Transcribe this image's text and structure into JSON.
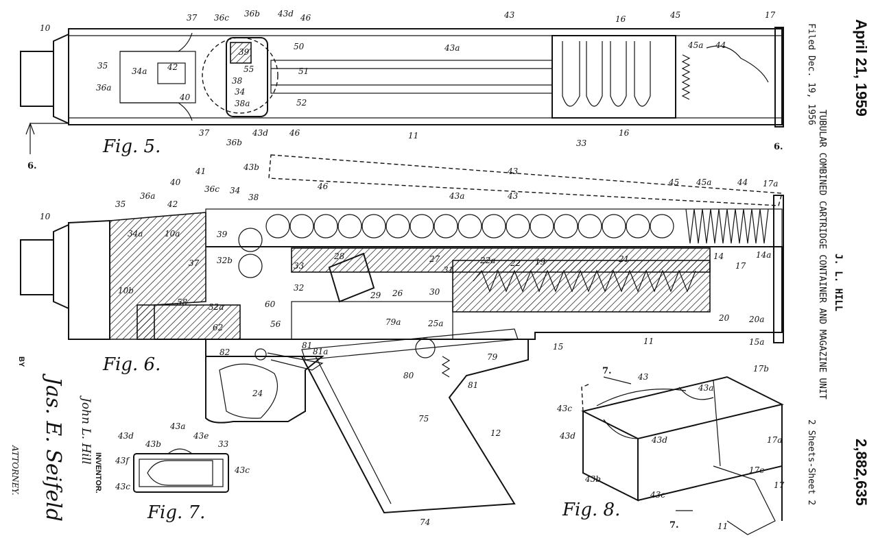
{
  "header": {
    "date": "April 21, 1959",
    "inventor": "J. L. HILL",
    "patent_number": "2,882,635",
    "filed": "Filed Dec. 19, 1956",
    "title": "TUBULAR COMBINED CARTRIDGE CONTAINER AND MAGAZINE UNIT",
    "sheets": "2 Sheets-Sheet 2"
  },
  "signature": {
    "inventor_label": "INVENTOR.",
    "inventor_name": "John L. Hill",
    "by": "BY",
    "attorney_signature": "Jas. E. Seifeld",
    "attorney_label": "ATTORNEY."
  },
  "figures": {
    "fig5": "Fig. 5.",
    "fig6": "Fig. 6.",
    "fig7": "Fig. 7.",
    "fig8": "Fig. 8."
  },
  "section_marks": {
    "six_left": "6.",
    "six_right": "6.",
    "seven_top": "7.",
    "seven_bottom": "7."
  },
  "fig5_labels": [
    "10",
    "37",
    "36c",
    "36b",
    "43d",
    "46",
    "43",
    "16",
    "45",
    "17",
    "43a",
    "45a",
    "44",
    "35",
    "34a",
    "42",
    "50",
    "39",
    "55",
    "51",
    "36a",
    "38",
    "34",
    "38a",
    "52",
    "40",
    "37",
    "36b",
    "43d",
    "46",
    "11",
    "33",
    "16"
  ],
  "fig6_labels": [
    "43b",
    "43",
    "41",
    "40",
    "46",
    "36c",
    "34",
    "38",
    "43a",
    "43",
    "45",
    "45a",
    "44",
    "17a",
    "35",
    "36a",
    "42",
    "10",
    "34a",
    "10a",
    "39",
    "28",
    "27",
    "22a",
    "22",
    "19",
    "21",
    "14",
    "17",
    "14a",
    "32b",
    "33",
    "31",
    "37",
    "10b",
    "32",
    "29",
    "26",
    "30",
    "20",
    "20a",
    "58",
    "32a",
    "60",
    "62",
    "56",
    "79a",
    "25a",
    "15",
    "11",
    "15a",
    "81",
    "81a",
    "82",
    "79",
    "80",
    "81",
    "24",
    "75",
    "12",
    "74"
  ],
  "fig7_labels": [
    "43d",
    "43b",
    "43a",
    "43e",
    "33",
    "43f",
    "43c",
    "43c"
  ],
  "fig8_labels": [
    "43",
    "17b",
    "43a",
    "43c",
    "43d",
    "43d",
    "17a",
    "43b",
    "17c",
    "43c",
    "17",
    "11"
  ]
}
